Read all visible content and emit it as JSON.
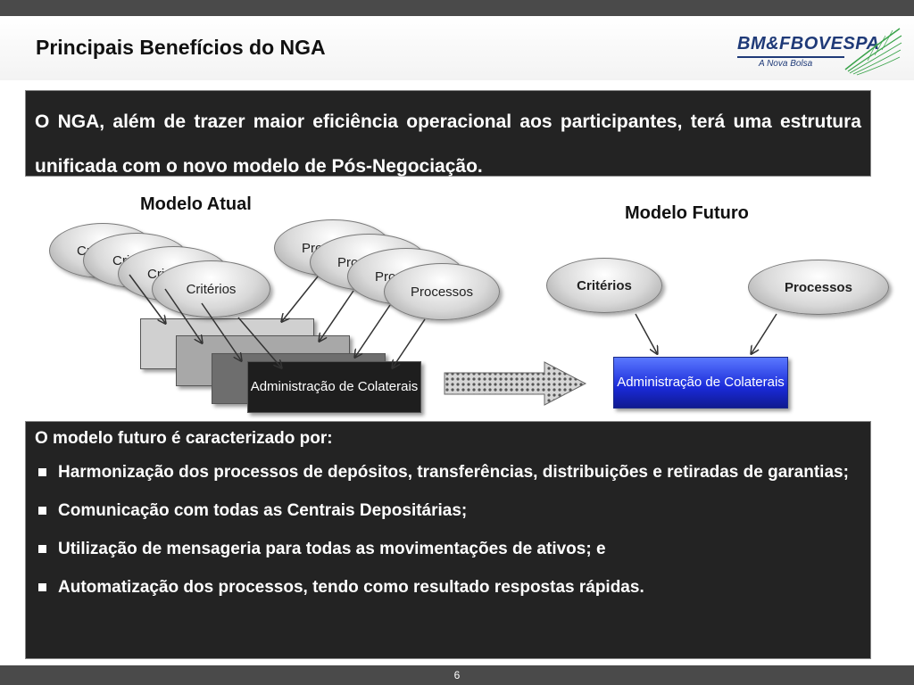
{
  "slide": {
    "title": "Principais Benefícios do NGA",
    "page_number": "6"
  },
  "logo": {
    "name": "BM&FBOVESPA",
    "tagline": "A Nova Bolsa",
    "color": "#1f3a78",
    "leaf_color": "#3aa34a"
  },
  "intro": {
    "text": "O NGA, além de trazer maior eficiência operacional aos participantes, terá uma estrutura unificada com o novo modelo de  Pós-Negociação."
  },
  "diagram": {
    "current": {
      "label": "Modelo Atual",
      "criterios_stack": [
        "Cri",
        "Cri",
        "Cri",
        "Critérios"
      ],
      "processos_stack": [
        "Pro",
        "Pro",
        "Pro",
        "Processos"
      ],
      "admin_label": "Administração de Colaterais"
    },
    "future": {
      "label": "Modelo Futuro",
      "criterios": "Critérios",
      "processos": "Processos",
      "admin_label": "Administração de Colaterais",
      "admin_color": "#2a3fe0"
    }
  },
  "details": {
    "heading": "O modelo futuro é caracterizado por:",
    "bullets": [
      "Harmonização dos processos de depósitos, transferências, distribuições e retiradas de garantias;",
      "Comunicação com todas as Centrais Depositárias;",
      "Utilização de mensageria para todas as movimentações de ativos; e",
      "Automatização dos processos, tendo como resultado respostas rápidas."
    ]
  }
}
